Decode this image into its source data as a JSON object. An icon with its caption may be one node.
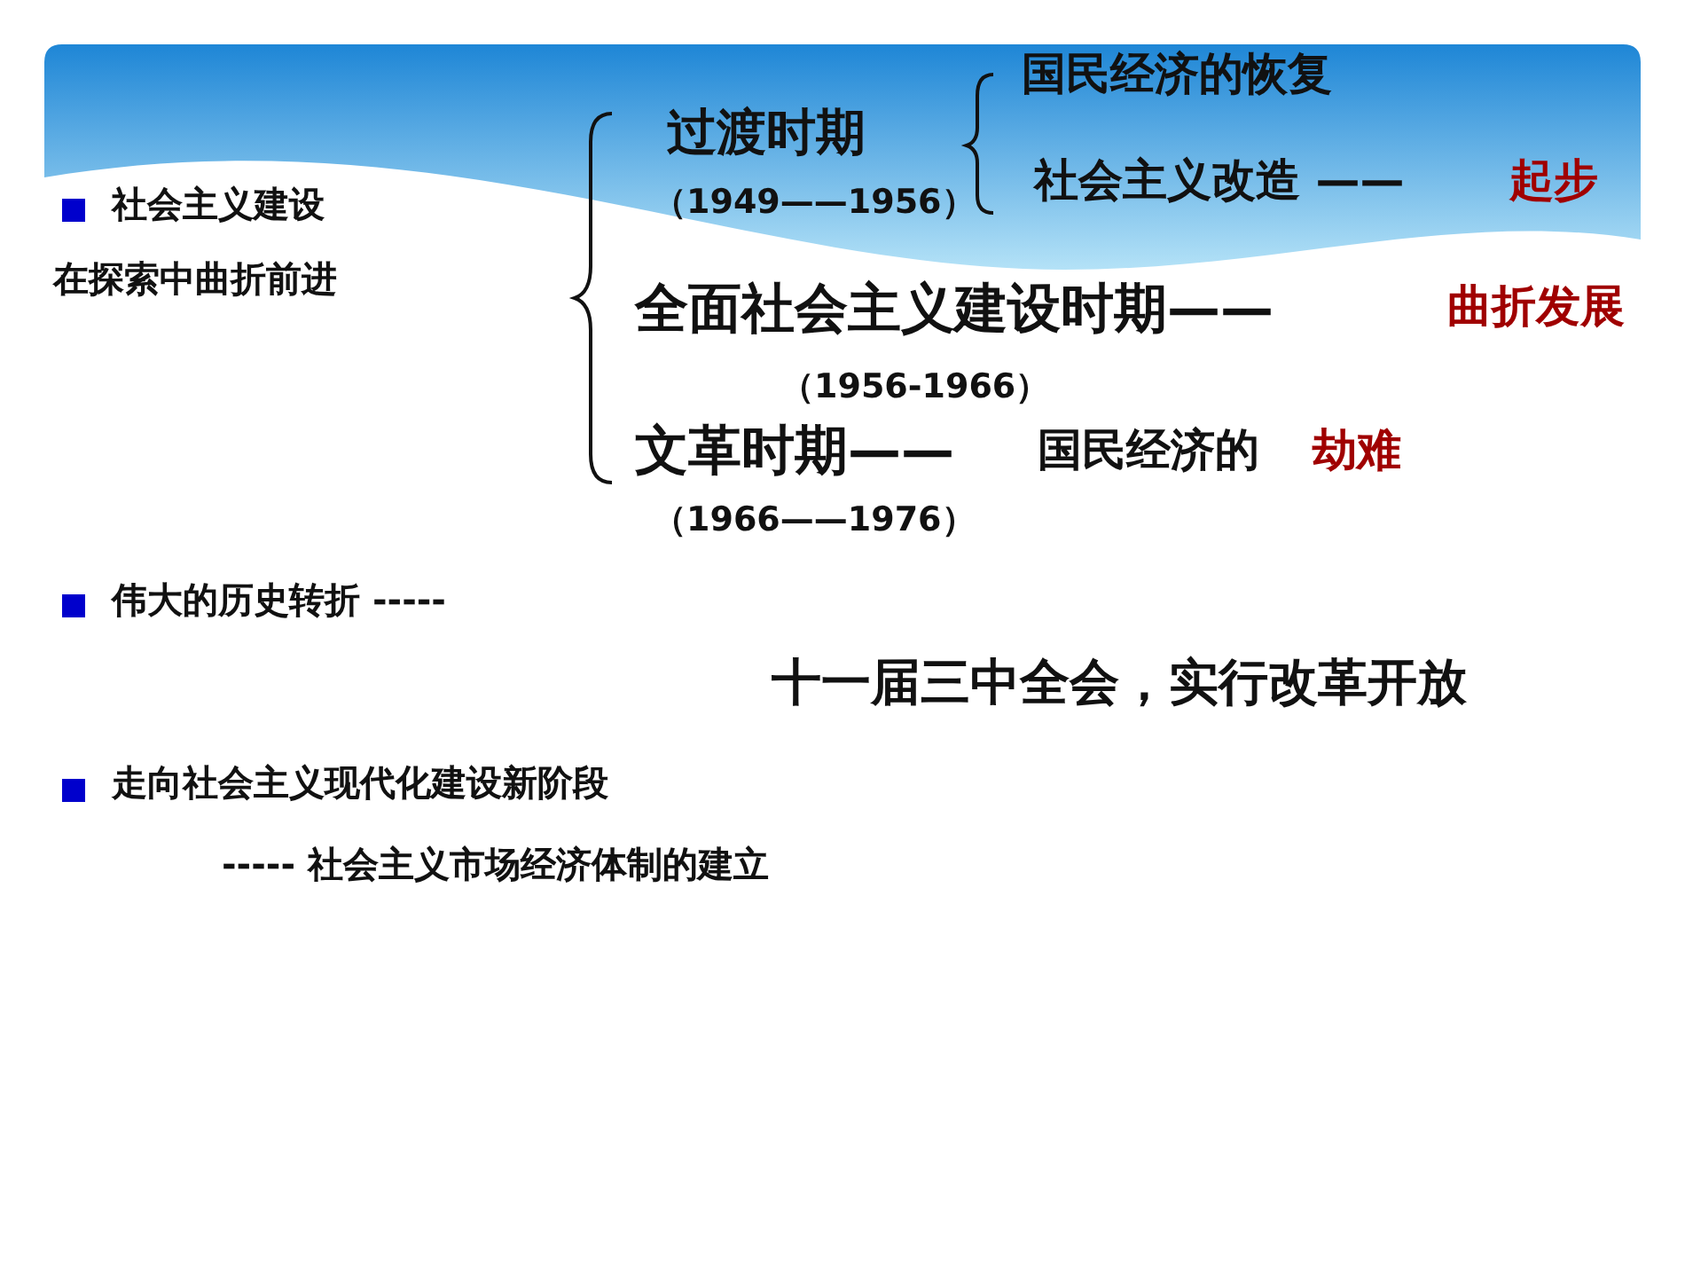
{
  "diagram": {
    "labels": [
      "社会主义建设",
      "在探索中曲折前进",
      "过渡时期",
      "（1949——1956）",
      "国民经济的恢复",
      "社会主义改造 ——",
      "起步",
      "全面社会主义建设时期——",
      "曲折发展",
      "（1956-1966）",
      "文革时期——",
      "国民经济的",
      "劫难",
      "（1966——1976）",
      "伟大的历史转折 -----",
      "十一届三中全会，实行改革开放",
      "走向社会主义现代化建设新阶段",
      "----- 社会主义市场经济体制的建立"
    ]
  }
}
